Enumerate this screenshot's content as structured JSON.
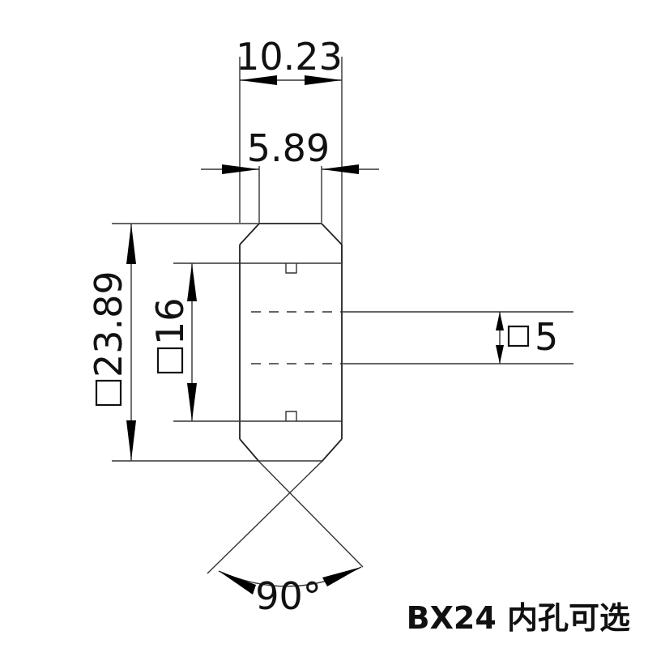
{
  "dimensions": {
    "overall_width": "10.23",
    "flat_width": "5.89",
    "shank_square": "23.89",
    "hole_square": "16",
    "side_square": "5",
    "tip_angle": "90°"
  },
  "caption": "BX24 内孔可选",
  "colors": {
    "line": "#333333",
    "text": "#111111",
    "background": "#ffffff"
  }
}
